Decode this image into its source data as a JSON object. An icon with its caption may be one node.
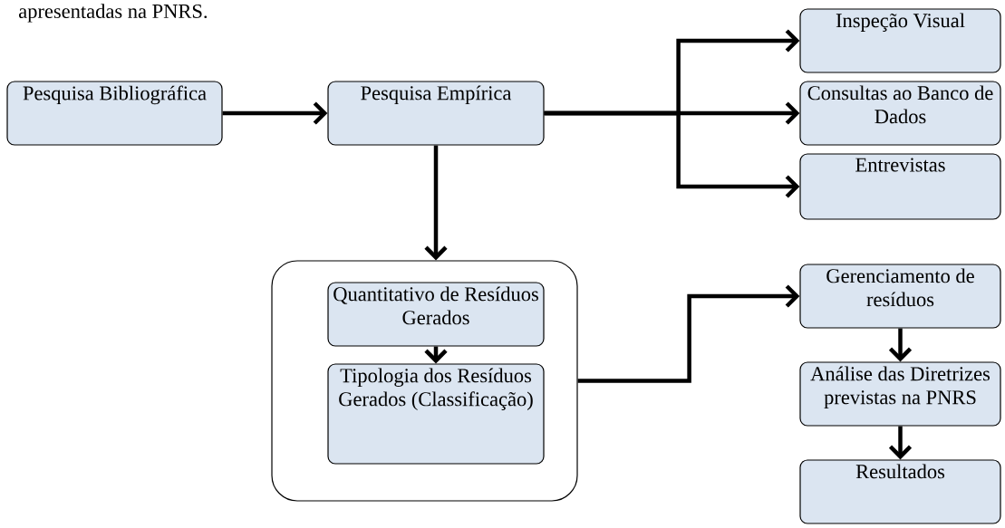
{
  "diagram": {
    "nodes": [
      {
        "text": [
          "Pesquisa Bibliográfica"
        ]
      },
      {
        "text": [
          "Pesquisa Empírica"
        ]
      },
      {
        "text": [
          "Inspeção Visual"
        ]
      },
      {
        "text": [
          "Consultas ao Banco de Dados"
        ]
      },
      {
        "text": [
          "Entrevistas"
        ]
      },
      {
        "text": [],
        "shape": "box"
      },
      {
        "text": [
          "Quantitativo de Resíduos Gerados"
        ],
        "in": 5
      },
      {
        "text": [
          "Tipologia dos Resíduos Gerados (Classificação)"
        ],
        "in": 5
      },
      {
        "text": [
          "Gerenciamento de resíduos"
        ]
      },
      {
        "text": [
          "Análise das Diretrizes previstas na PNRS"
        ]
      },
      {
        "text": [
          "Resultados"
        ]
      }
    ],
    "edges": [
      {
        "from": 0,
        "to": 1,
        "arrow": "to"
      },
      {
        "from": 1,
        "to": 2,
        "arrow": "to"
      },
      {
        "from": 1,
        "to": 3,
        "arrow": "to"
      },
      {
        "from": 1,
        "to": 4,
        "arrow": "to"
      },
      {
        "from": 1,
        "to": 5,
        "arrow": "to"
      },
      {
        "from": 6,
        "to": 7,
        "arrow": "to"
      },
      {
        "from": 5,
        "to": 8,
        "arrow": "to"
      },
      {
        "from": 8,
        "to": 9,
        "arrow": "to"
      },
      {
        "from": 9,
        "to": 10,
        "arrow": "to"
      }
    ],
    "labels": [
      "apresentadas na PNRS."
    ]
  }
}
